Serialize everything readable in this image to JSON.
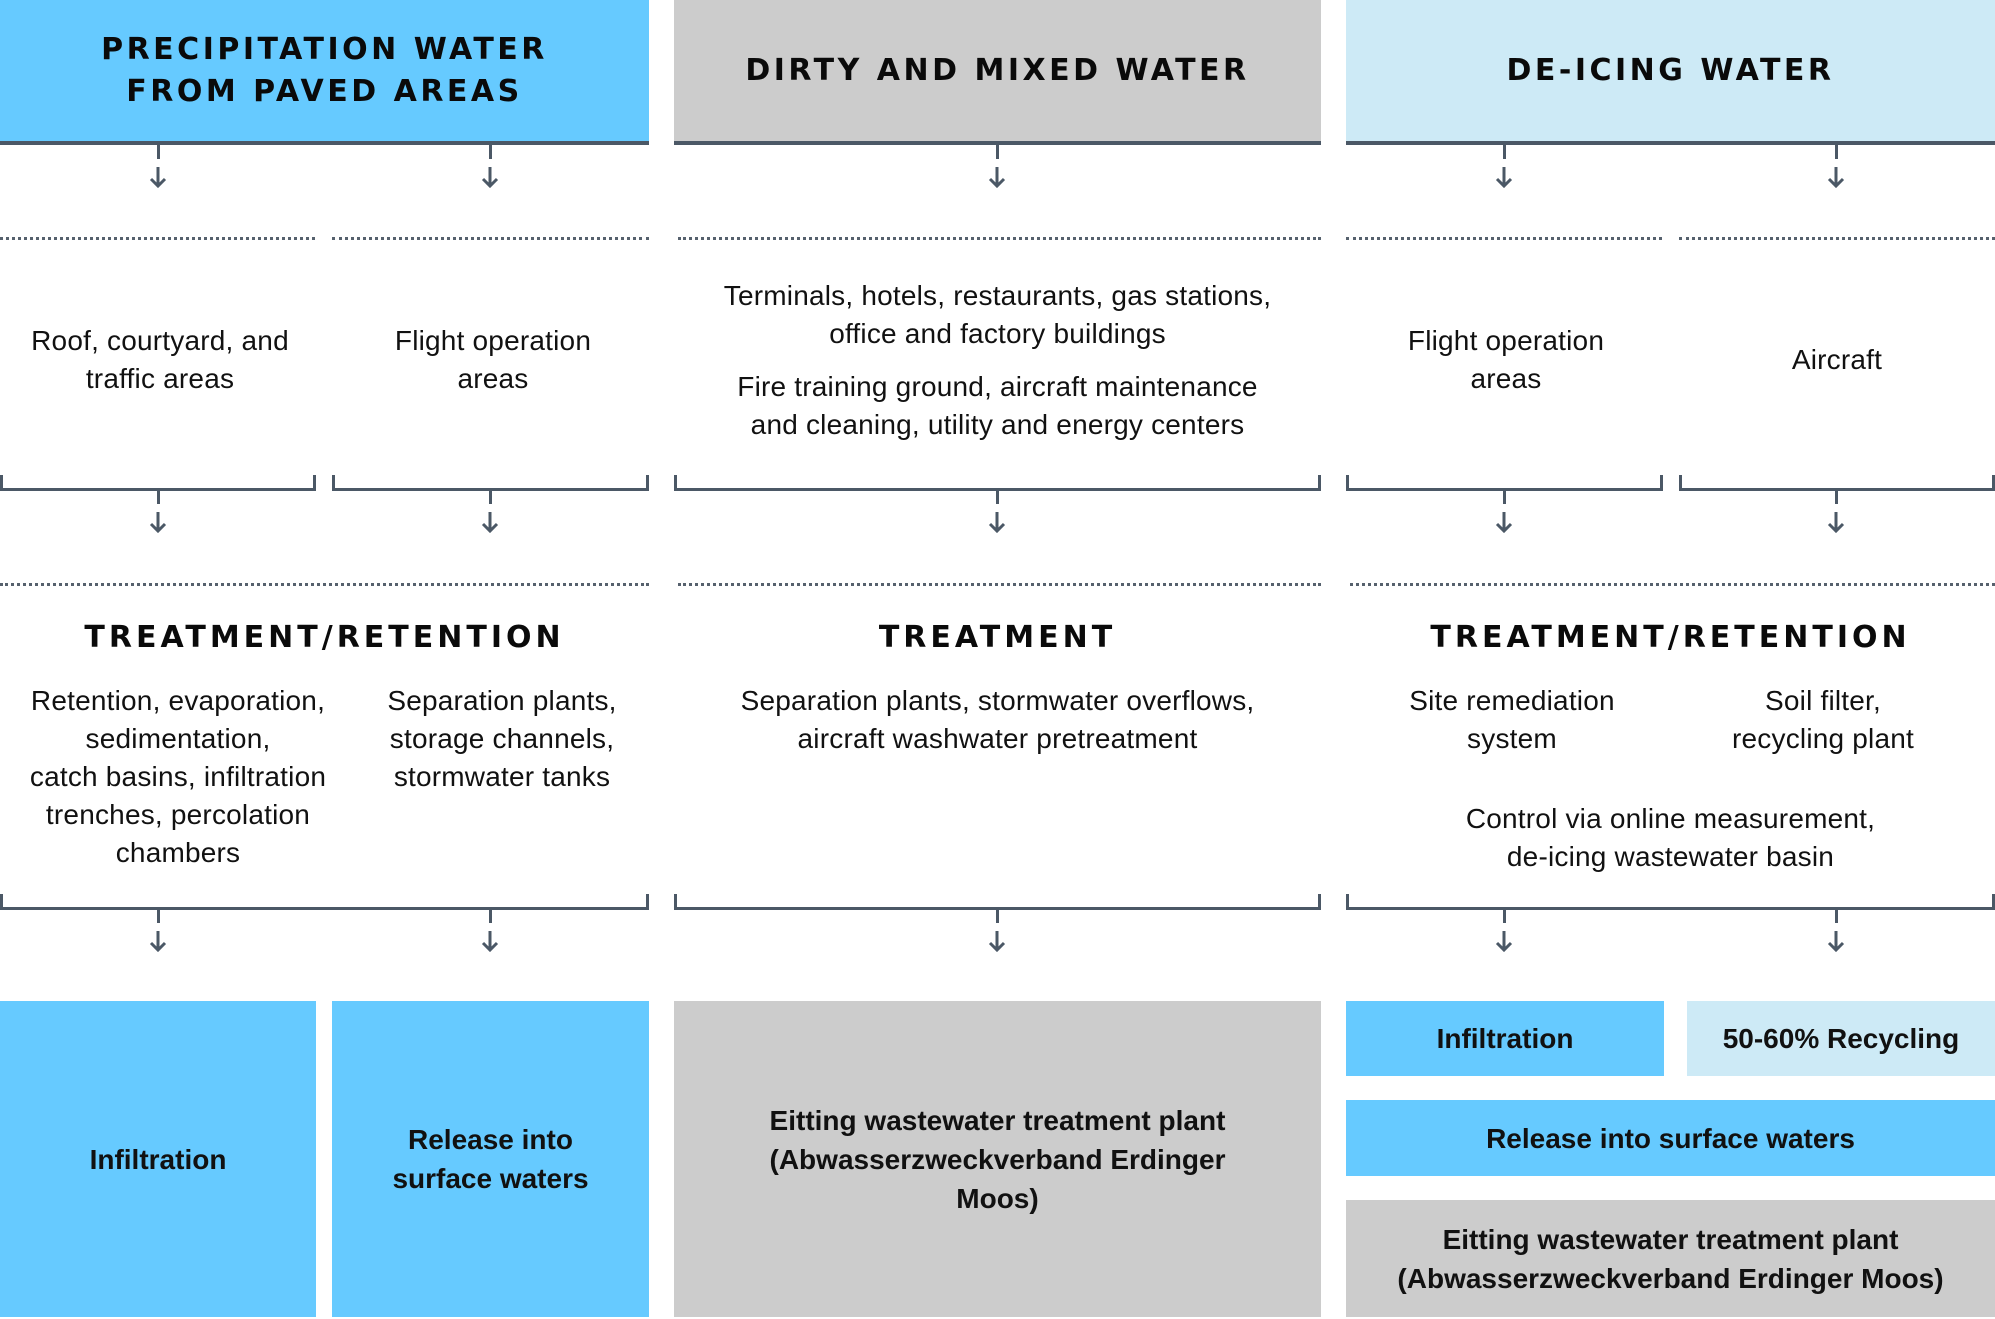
{
  "colors": {
    "precipitation_blue": "#66caff",
    "dirty_gray": "#cccccc",
    "deicing_light_blue": "#cdeaf6",
    "line_slate": "#4b5866"
  },
  "columns": [
    {
      "header": "PRECIPITATION WATER FROM PAVED AREAS",
      "header_lines": [
        "PRECIPITATION WATER",
        "FROM PAVED AREAS"
      ],
      "sources": [
        {
          "lines": [
            "Roof, courtyard, and",
            "traffic areas"
          ]
        },
        {
          "lines": [
            "Flight operation",
            "areas"
          ]
        }
      ],
      "treatment_heading": "TREATMENT/RETENTION",
      "treatments": [
        {
          "lines": [
            "Retention, evaporation,",
            "sedimentation,",
            "catch basins, infiltration",
            "trenches, percolation",
            "chambers"
          ]
        },
        {
          "lines": [
            "Separation plants,",
            "storage channels,",
            "stormwater tanks"
          ]
        }
      ],
      "outcomes": [
        {
          "label": "Infiltration"
        },
        {
          "lines": [
            "Release into",
            "surface waters"
          ]
        }
      ]
    },
    {
      "header": "DIRTY AND MIXED WATER",
      "sources": [
        {
          "lines": [
            "Terminals, hotels, restaurants, gas stations,",
            "office and factory buildings"
          ]
        },
        {
          "lines": [
            "Fire training ground, aircraft maintenance",
            "and cleaning, utility and energy centers"
          ]
        }
      ],
      "treatment_heading": "TREATMENT",
      "treatments": [
        {
          "lines": [
            "Separation plants, stormwater overflows,",
            "aircraft washwater pretreatment"
          ]
        }
      ],
      "outcomes": [
        {
          "lines": [
            "Eitting wastewater treatment plant",
            "(Abwasserzweckverband Erdinger",
            "Moos)"
          ]
        }
      ]
    },
    {
      "header": "DE-ICING WATER",
      "sources": [
        {
          "lines": [
            "Flight operation",
            "areas"
          ]
        },
        {
          "label": "Aircraft"
        }
      ],
      "treatment_heading": "TREATMENT/RETENTION",
      "treatments": [
        {
          "lines": [
            "Site remediation",
            "system"
          ]
        },
        {
          "lines": [
            "Soil filter,",
            "recycling plant"
          ]
        },
        {
          "lines": [
            "Control via online measurement,",
            "de-icing wastewater basin"
          ]
        }
      ],
      "outcomes": [
        {
          "label": "Infiltration"
        },
        {
          "label": "50-60% Recycling"
        },
        {
          "label": "Release into surface waters"
        },
        {
          "lines": [
            "Eitting wastewater treatment plant",
            "(Abwasserzweckverband Erdinger Moos)"
          ]
        }
      ]
    }
  ],
  "icons": {
    "arrow": "arrow-down-icon"
  }
}
